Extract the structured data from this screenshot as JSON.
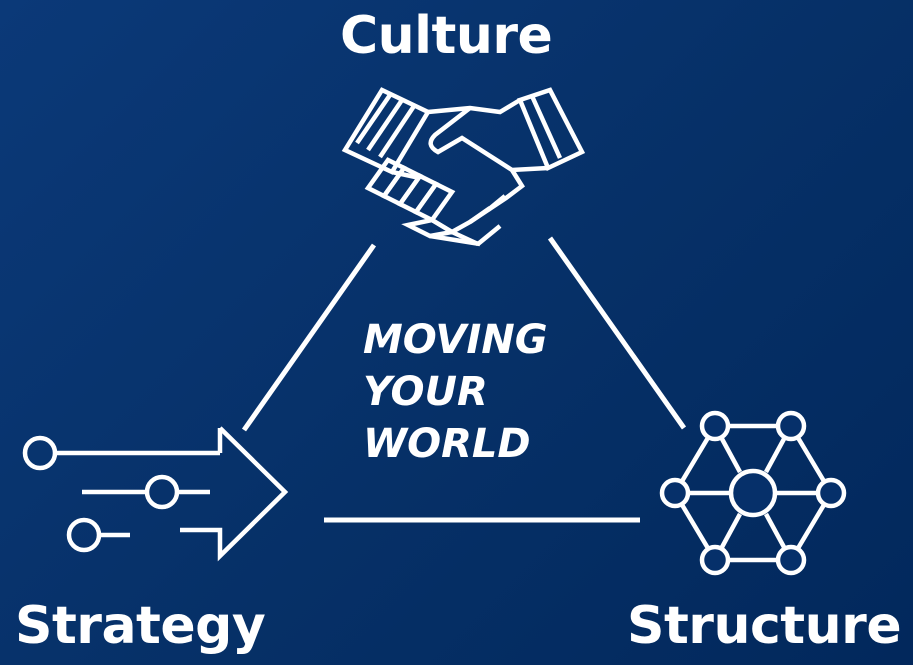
{
  "nodes": {
    "culture": "Culture",
    "strategy": "Strategy",
    "structure": "Structure"
  },
  "center_lines": [
    "MOVING",
    "YOUR",
    "WORLD"
  ],
  "icons": {
    "culture": "handshake-icon",
    "strategy": "arrow-circuit-icon",
    "structure": "network-hexagon-icon"
  },
  "colors": {
    "background": "#063067",
    "foreground": "#ffffff"
  }
}
